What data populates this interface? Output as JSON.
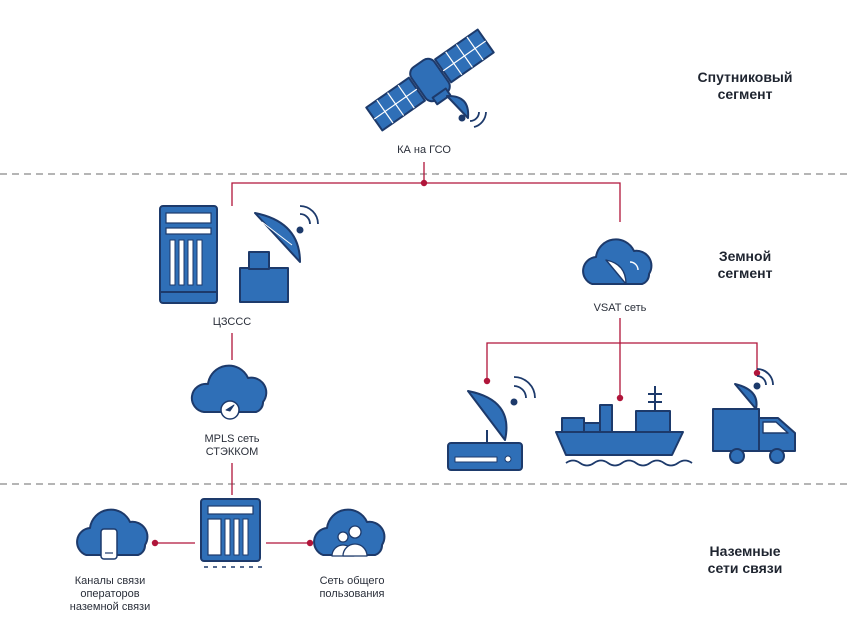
{
  "segments": {
    "space": "Спутниковый\nсегмент",
    "ground": "Земной\nсегмент",
    "terrestrial": "Наземные\nсети связи"
  },
  "nodes": {
    "satellite": "КА на ГСО",
    "hub": "ЦЗССС",
    "vsat": "VSAT сеть",
    "mpls": "MPLS сеть\nСТЭККОМ",
    "operators": "Каналы связи\nоператоров\nназемной связи",
    "public": "Сеть общего\nпользования"
  },
  "colors": {
    "icon_blue": "#2f6fb7",
    "icon_dark": "#1d3a6b",
    "connector_red": "#b0153a",
    "divider": "#6b6b6b"
  }
}
